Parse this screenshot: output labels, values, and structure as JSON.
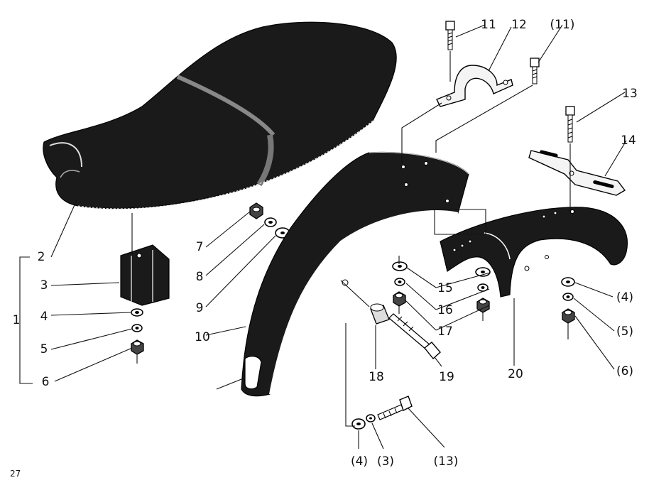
{
  "page_number": "27",
  "callouts": {
    "c1": "1",
    "c2": "2",
    "c3": "3",
    "c4": "4",
    "c5": "5",
    "c6": "6",
    "c7": "7",
    "c8": "8",
    "c9": "9",
    "c10": "10",
    "c11": "11",
    "c12": "12",
    "c11b": "(11)",
    "c13": "13",
    "c14": "14",
    "c4b": "(4)",
    "c5b": "(5)",
    "c6b": "(6)",
    "c15": "15",
    "c16": "16",
    "c17": "17",
    "c18": "18",
    "c19": "19",
    "c20": "20",
    "c4c": "(4)",
    "c3b": "(3)",
    "c13b": "(13)"
  },
  "icons": {
    "seat": "seat-icon",
    "rear_fender": "rear-fender-icon",
    "front_fender": "front-fender-icon",
    "bracket": "seat-bracket-icon",
    "clamp": "clamp-icon",
    "stay": "fender-stay-icon"
  }
}
